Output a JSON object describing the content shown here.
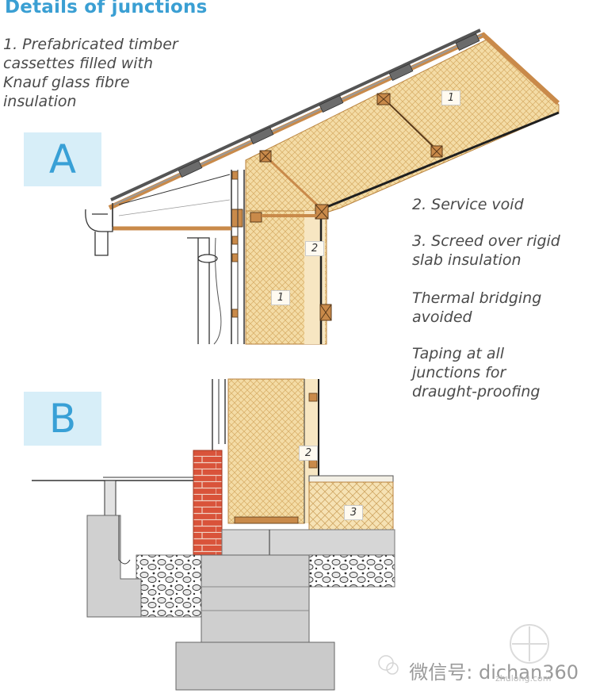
{
  "title": "Details of junctions",
  "notes": {
    "n1": "1. Prefabricated timber\ncassettes filled with\nKnauf glass fibre\ninsulation",
    "n2": "2. Service void",
    "n3": "3. Screed over rigid\nslab insulation",
    "n4": "Thermal bridging\navoided",
    "n5": "Taping at all\njunctions for\ndraught-proofing"
  },
  "panels": {
    "a": "A",
    "b": "B"
  },
  "markers": {
    "roof_1": "1",
    "a_2": "2",
    "a_1": "1",
    "b_2": "2",
    "b_3": "3"
  },
  "watermark": {
    "main": "微信号: dichan360",
    "sub": "zhulong.com"
  },
  "colors": {
    "accent": "#3a9fd3",
    "panel_bg": "#d7eef8",
    "insulation": "#f2d9a0",
    "timber": "#c98a4a",
    "brick": "#d9533a",
    "concrete": "#d0d0d0"
  }
}
